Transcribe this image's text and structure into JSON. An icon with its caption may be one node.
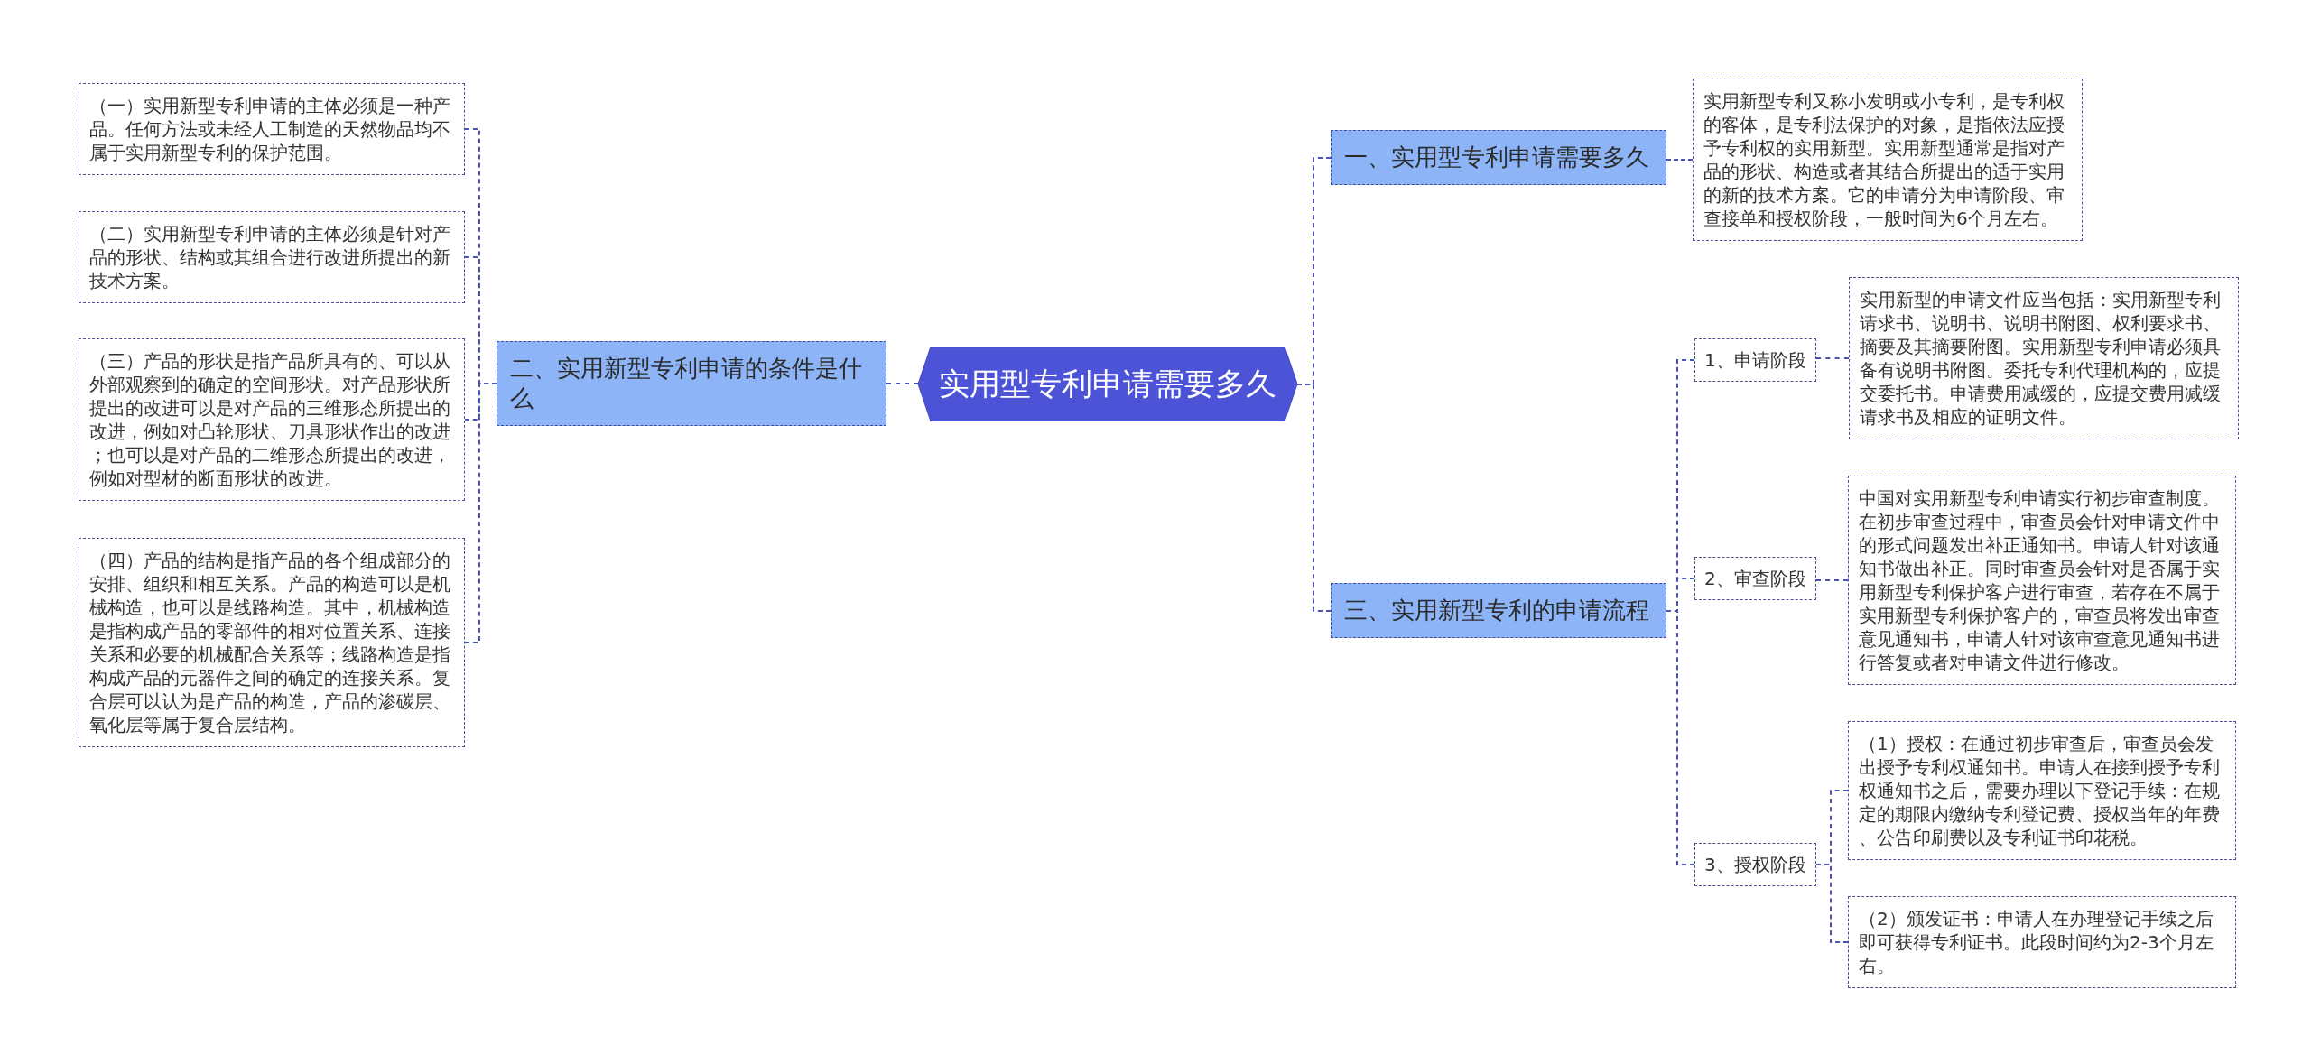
{
  "diagram": {
    "nodes": [
      {
        "text": [
          "实用型专利申请需要多久"
        ]
      },
      {
        "text": [
          "一、实用型专利申请需要多久"
        ]
      },
      {
        "text": [
          "实用新型专利又称小发明或小专利，是专利权的客体，是专利法保护的对象，是指依法应授予专利权的实用新型。实用新型通常是指对产品的形状、构造或者其结合所提出的适于实用的新的技术方案。它的申请分为申请阶段、审查接单和授权阶段，一般时间为6个月左右。"
        ]
      },
      {
        "text": [
          "二、实用新型专利申请的条件是什么"
        ]
      },
      {
        "text": [
          "（一）实用新型专利申请的主体必须是一种产品。任何方法或未经人工制造的天然物品均不属于实用新型专利的保护范围。"
        ]
      },
      {
        "text": [
          "（二）实用新型专利申请的主体必须是针对产品的形状、结构或其组合进行改进所提出的新技术方案。"
        ]
      },
      {
        "text": [
          "（三）产品的形状是指产品所具有的、可以从外部观察到的确定的空间形状。对产品形状所提出的改进可以是对产品的三维形态所提出的改进，例如对凸轮形状、刀具形状作出的改进；也可以是对产品的二维形态所提出的改进，例如对型材的断面形状的改进。"
        ]
      },
      {
        "text": [
          "（四）产品的结构是指产品的各个组成部分的安排、组织和相互关系。产品的构造可以是机械构造，也可以是线路构造。其中，机械构造是指构成产品的零部件的相对位置关系、连接关系和必要的机械配合关系等；线路构造是指构成产品的元器件之间的确定的连接关系。复合层可以认为是产品的构造，产品的渗碳层、氧化层等属于复合层结构。"
        ]
      },
      {
        "text": [
          "三、实用新型专利的申请流程"
        ]
      },
      {
        "text": [
          "1、申请阶段"
        ]
      },
      {
        "text": [
          "实用新型的申请文件应当包括：实用新型专利请求书、说明书、说明书附图、权利要求书、摘要及其摘要附图。实用新型专利申请必须具备有说明书附图。委托专利代理机构的，应提交委托书。申请费用减缓的，应提交费用减缓请求书及相应的证明文件。"
        ]
      },
      {
        "text": [
          "2、审查阶段"
        ]
      },
      {
        "text": [
          "中国对实用新型专利申请实行初步审查制度。在初步审查过程中，审查员会针对申请文件中的形式问题发出补正通知书。申请人针对该通知书做出补正。同时审查员会针对是否属于实用新型专利保护客户进行审查，若存在不属于实用新型专利保护客户的，审查员将发出审查意见通知书，申请人针对该审查意见通知书进行答复或者对申请文件进行修改。"
        ]
      },
      {
        "text": [
          "3、授权阶段"
        ]
      },
      {
        "text": [
          "（1）授权：在通过初步审查后，审查员会发出授予专利权通知书。申请人在接到授予专利权通知书之后，需要办理以下登记手续：在规定的期限内缴纳专利登记费、授权当年的年费、公告印刷费以及专利证书印花税。"
        ]
      },
      {
        "text": [
          "（2）颁发证书：申请人在办理登记手续之后即可获得专利证书。此段时间约为2-3个月左右。"
        ]
      }
    ],
    "edges": [
      {
        "from": 0,
        "to": 1,
        "arrow": "none"
      },
      {
        "from": 1,
        "to": 2,
        "arrow": "none"
      },
      {
        "from": 0,
        "to": 3,
        "arrow": "none"
      },
      {
        "from": 3,
        "to": 4,
        "arrow": "none"
      },
      {
        "from": 3,
        "to": 5,
        "arrow": "none"
      },
      {
        "from": 3,
        "to": 6,
        "arrow": "none"
      },
      {
        "from": 3,
        "to": 7,
        "arrow": "none"
      },
      {
        "from": 0,
        "to": 8,
        "arrow": "none"
      },
      {
        "from": 8,
        "to": 9,
        "arrow": "none"
      },
      {
        "from": 9,
        "to": 10,
        "arrow": "none"
      },
      {
        "from": 8,
        "to": 11,
        "arrow": "none"
      },
      {
        "from": 11,
        "to": 12,
        "arrow": "none"
      },
      {
        "from": 8,
        "to": 13,
        "arrow": "none"
      },
      {
        "from": 13,
        "to": 14,
        "arrow": "none"
      },
      {
        "from": 13,
        "to": 15,
        "arrow": "none"
      }
    ]
  }
}
